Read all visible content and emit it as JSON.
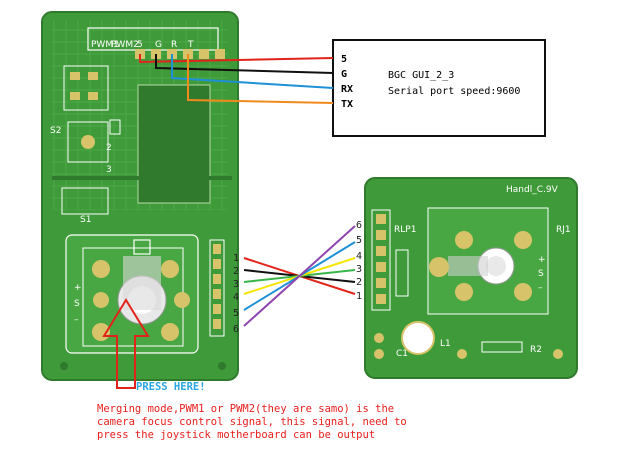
{
  "gui_box": {
    "title": "BGC GUI_2_3",
    "subtitle": "Serial port speed:9600"
  },
  "serial_pins": [
    "5",
    "G",
    "RX",
    "TX"
  ],
  "left_header_labels": [
    "PWM1",
    "PWM2",
    "5",
    "G",
    "R",
    "T"
  ],
  "left_silkscreen": [
    "S2",
    "2",
    "3",
    "S1",
    "+",
    "S",
    "–"
  ],
  "right_silkscreen": [
    "Handl_C.9V",
    "RLP1",
    "RJ1",
    "+",
    "S",
    "–",
    "C1",
    "L1",
    "R2"
  ],
  "left_connector_numbers": [
    "1",
    "2",
    "3",
    "4",
    "5",
    "6"
  ],
  "right_connector_numbers": [
    "6",
    "5",
    "4",
    "3",
    "2",
    "1"
  ],
  "wire_colors": {
    "red": "#e2231a",
    "black": "#111111",
    "blue": "#1e90d6",
    "orange": "#f08a1c",
    "green": "#39b54a",
    "yellow": "#f5e600",
    "purple": "#8e44ad",
    "pcb": "#3f9a3a",
    "pad": "#d7c36a"
  },
  "press_label": "PRESS HERE!",
  "note": "Merging mode,PWM1 or PWM2(they are samo) is the\ncamera focus control signal, this signal, need to\npress the joystick motherboard can be output"
}
